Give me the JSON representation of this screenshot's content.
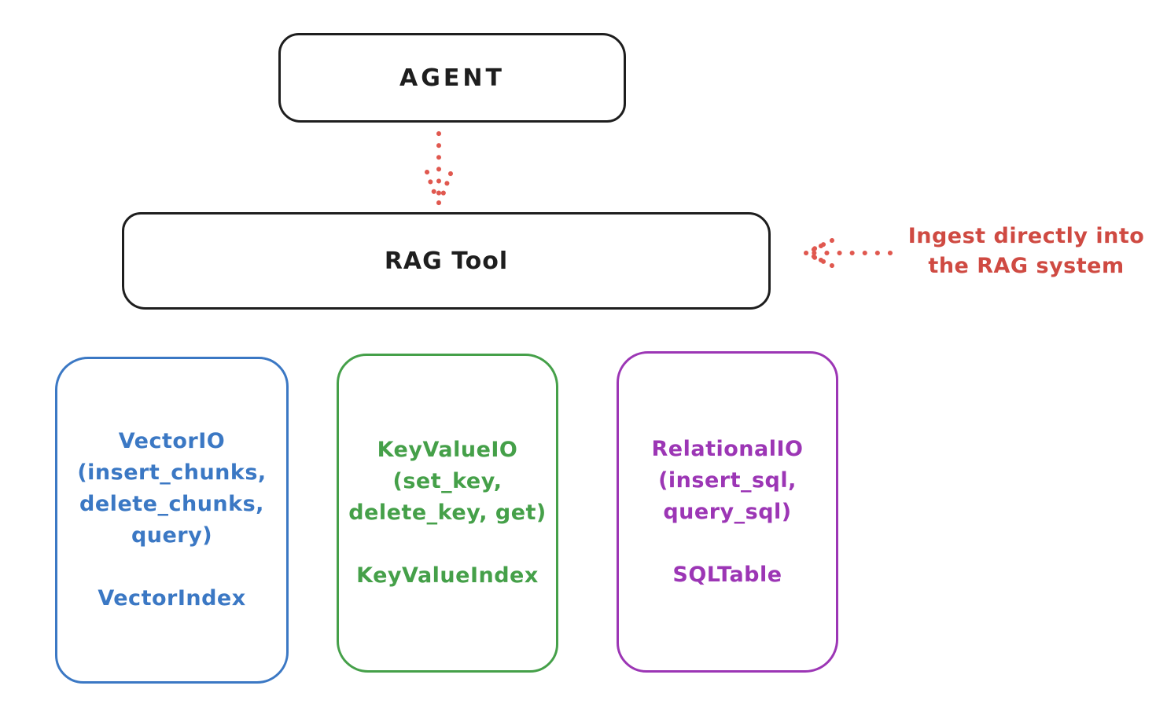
{
  "diagram": {
    "background_color": "#ffffff",
    "stroke_color_black": "#1e1e1e",
    "arrow_color_red": "#e0584f",
    "agent": {
      "label": "AGENT"
    },
    "rag_tool": {
      "label": "RAG Tool"
    },
    "agent_to_rag_arrow": {
      "style": "dotted",
      "direction": "down",
      "color": "#e0584f"
    },
    "annotation": {
      "line1": "Ingest directly into",
      "line2": "the RAG system",
      "text_color": "#cf4a42",
      "arrow_style": "dotted",
      "arrow_direction": "left-toward-rag-tool",
      "arrow_color": "#e0584f"
    },
    "storage_boxes": [
      {
        "name": "VectorIO",
        "line1": "VectorIO",
        "line2": "(insert_chunks,",
        "line3": "delete_chunks,",
        "line4": "query)",
        "index_label": "VectorIndex",
        "color": "#3b78c4"
      },
      {
        "name": "KeyValueIO",
        "line1": "KeyValueIO",
        "line2": "(set_key,",
        "line3": "delete_key, get)",
        "index_label": "KeyValueIndex",
        "color": "#45a049"
      },
      {
        "name": "RelationalIO",
        "line1": "RelationalIO",
        "line2": "(insert_sql,",
        "line3": "query_sql)",
        "index_label": "SQLTable",
        "color": "#9c36b5"
      }
    ]
  }
}
